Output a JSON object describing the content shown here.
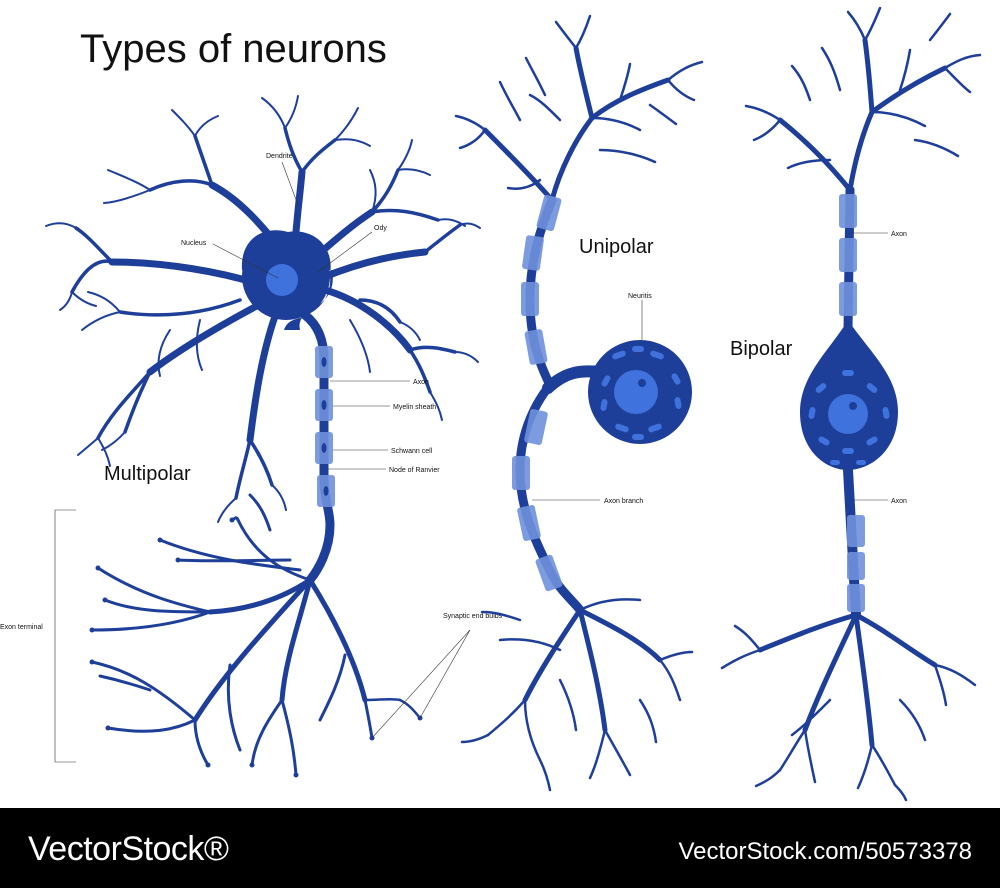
{
  "title": "Types of neurons",
  "colors": {
    "neuron": "#1e3f99",
    "myelin": "#6f92dc",
    "nucleus": "#3f72dc",
    "footer_bg": "#000000"
  },
  "neurons": {
    "multipolar": {
      "name": "Multipolar",
      "labels": {
        "dendrite": "Dendrite",
        "nucleus": "Nucleus",
        "ody": "Ody",
        "axon": "Axon",
        "myelin_sheath": "Myelin sheath",
        "schwann_cell": "Schwann cell",
        "node_of_ranvier": "Node of Ranvier",
        "exon_terminal": "Exon terminal",
        "synaptic_end_bulbs": "Synaptic end bulbs"
      }
    },
    "unipolar": {
      "name": "Unipolar",
      "labels": {
        "neuritis": "Neuritis",
        "axon_branch": "Axon branch"
      }
    },
    "bipolar": {
      "name": "Bipolar",
      "labels": {
        "axon_top": "Axon",
        "axon_bottom": "Axon"
      }
    }
  },
  "footer": {
    "brand": "VectorStock®",
    "image_id": "VectorStock.com/50573378"
  }
}
